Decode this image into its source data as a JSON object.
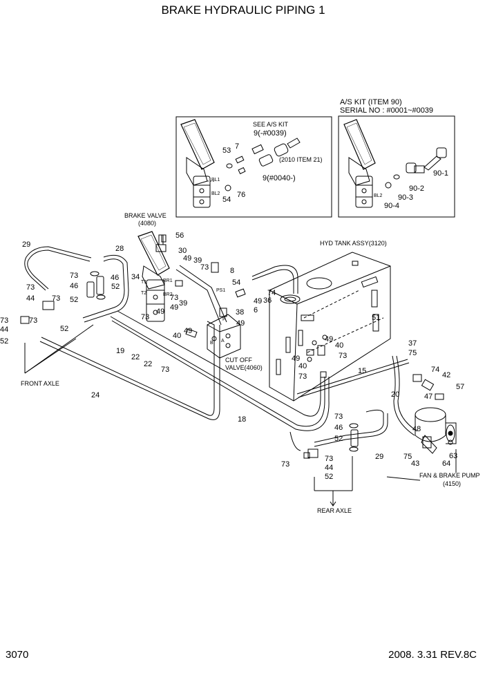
{
  "title": "BRAKE HYDRAULIC PIPING 1",
  "page_number": "3070",
  "date_rev": "2008. 3.31  REV.8C",
  "labels": {
    "see_as_kit": "SEE A/S KIT",
    "nine_early": "9(-#0039)",
    "nine_late": "9(#0040-)",
    "item_2010": "(2010 ITEM 21)",
    "as_kit": "A/S KIT (ITEM 90)",
    "serial_no": "SERIAL NO : #0001~#0039",
    "brake_valve": "BRAKE VALVE",
    "brake_valve_no": "(4080)",
    "hyd_tank": "HYD TANK ASSY(3120)",
    "cut_off": "CUT OFF",
    "cut_off_valve": "VALVE(4060)",
    "front_axle": "FRONT AXLE",
    "rear_axle": "REAR AXLE",
    "fan_brake_pump": "FAN & BRAKE PUMP",
    "fan_brake_pump_no": "(4150)",
    "bl1": "BL1",
    "bl2": "BL2",
    "bl2b": "BL2",
    "br1": "BR1",
    "br2": "BR2",
    "t1": "T1",
    "t2": "T2",
    "ps1": "PS1",
    "port_p": "P",
    "port_b": "B",
    "port_a": "A"
  },
  "callouts": {
    "c53": "53",
    "c7": "7",
    "c54a": "54",
    "c76": "76",
    "c90_1": "90-1",
    "c90_2": "90-2",
    "c90_3": "90-3",
    "c90_4": "90-4",
    "c56": "56",
    "c30": "30",
    "c49a": "49",
    "c39a": "39",
    "c73a": "73",
    "c8": "8",
    "c54b": "54",
    "c74a": "74",
    "c36": "36",
    "c49b": "49",
    "c6": "6",
    "c29a": "29",
    "c28": "28",
    "c73b": "73",
    "c46a": "46",
    "c52a": "52",
    "c34": "34",
    "c46b": "46",
    "c73c": "73",
    "c73d": "73",
    "c44a": "44",
    "c73e": "73",
    "c73f": "73",
    "c44b": "44",
    "c52b": "52",
    "c52c": "52",
    "c73g": "73",
    "c49c": "49",
    "c73h": "73",
    "c49d": "49",
    "c39b": "39",
    "c38": "38",
    "c49e": "49",
    "c49f": "49",
    "c40a": "40",
    "c19": "19",
    "c22a": "22",
    "c22b": "22",
    "c73i": "73",
    "c24": "24",
    "c18": "18",
    "c51": "51",
    "c49g": "49",
    "c40b": "40",
    "c49h": "49",
    "c40c": "40",
    "c73j": "73",
    "c73k": "73",
    "c37": "37",
    "c75a": "75",
    "c15": "15",
    "c74b": "74",
    "c42": "42",
    "c57": "57",
    "c47": "47",
    "c20": "20",
    "c73l": "73",
    "c46c": "46",
    "c52d": "52",
    "c29b": "29",
    "c73m": "73",
    "c73n": "73",
    "c44c": "44",
    "c52e": "52",
    "c48": "48",
    "c75b": "75",
    "c43": "43",
    "c63": "63",
    "c64": "64"
  }
}
